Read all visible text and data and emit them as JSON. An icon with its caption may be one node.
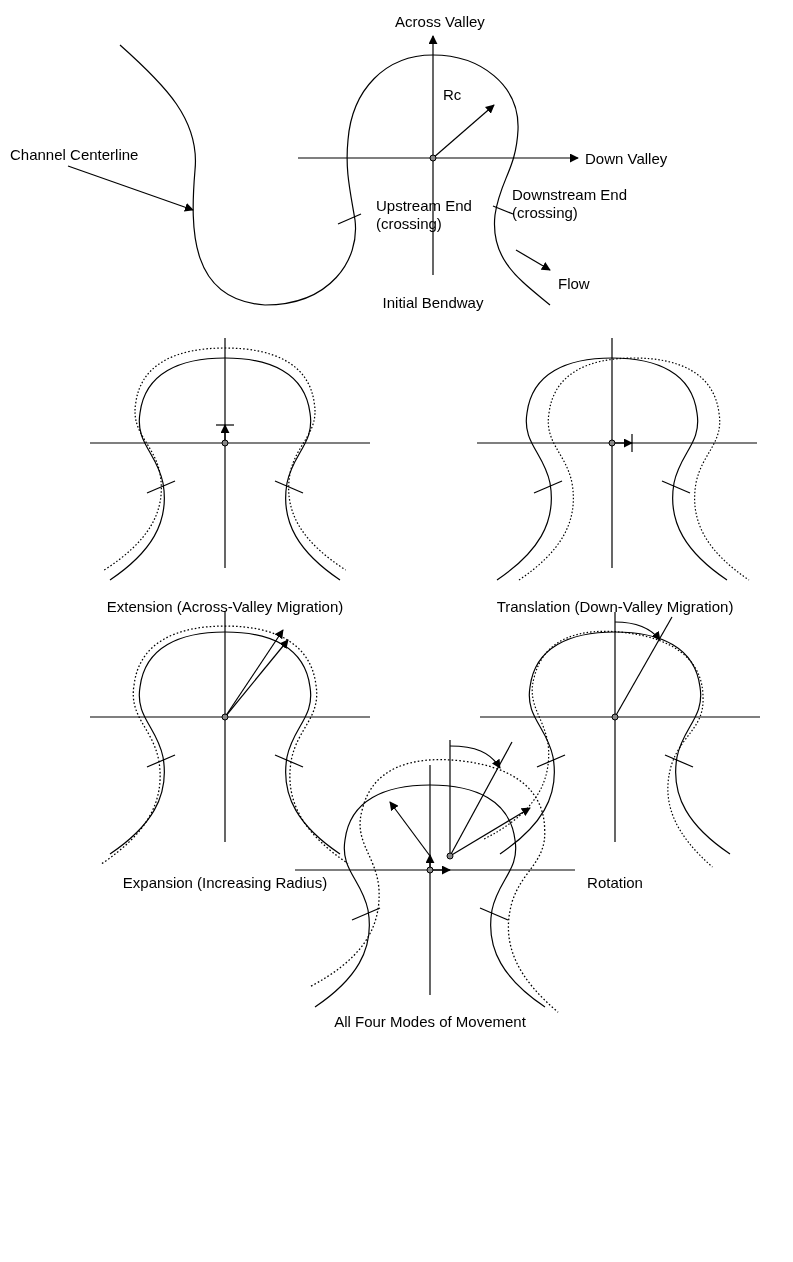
{
  "diagram": {
    "nodes": [
      {
        "text": [
          "Channel Centerline"
        ]
      },
      {
        "text": [],
        "shape": "curve"
      }
    ],
    "edges": [
      {
        "from": 0,
        "to": 1,
        "arrow": "to"
      }
    ],
    "labels": [
      "Across Valley",
      "Rc",
      "Down Valley",
      "Upstream End (crossing)",
      "Downstream End (crossing)",
      "Flow",
      "Initial Bendway",
      "Extension (Across-Valley Migration)",
      "Translation (Down-Valley Migration)",
      "Expansion (Increasing Radius)",
      "Rotation",
      "All Four Modes of Movement"
    ]
  }
}
